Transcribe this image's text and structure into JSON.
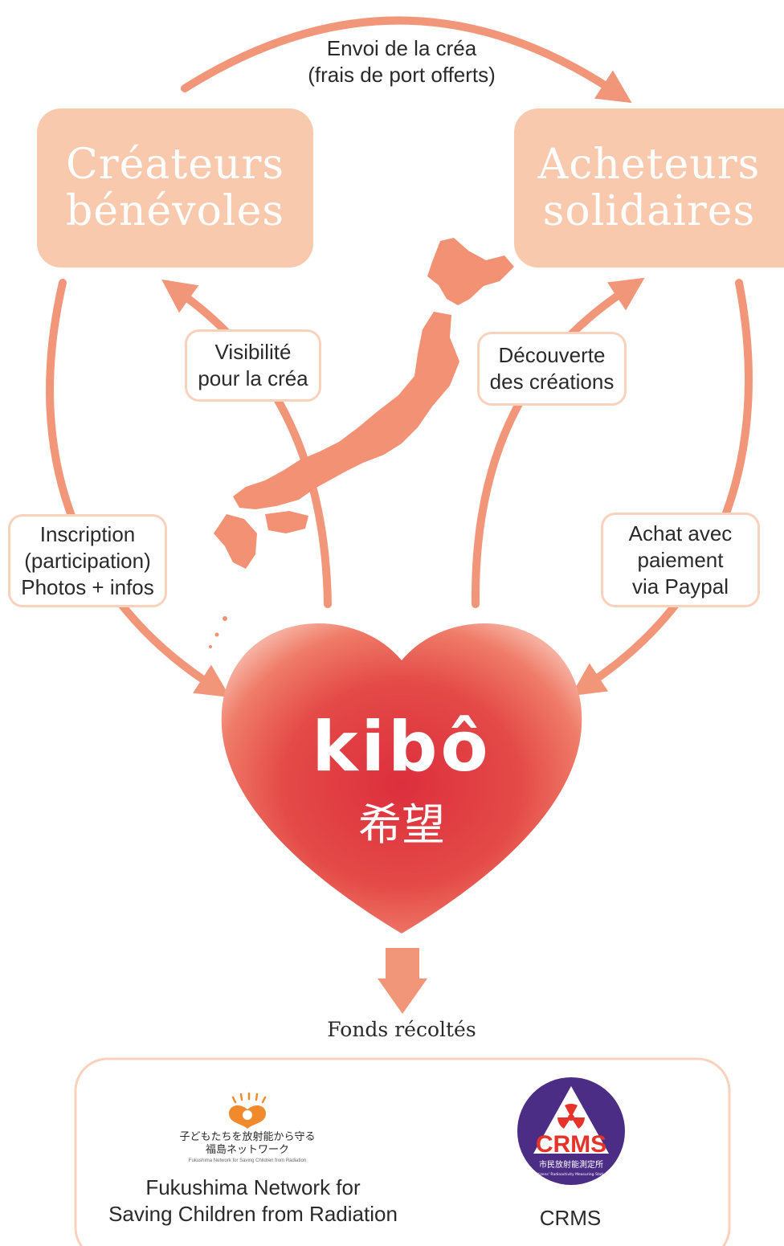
{
  "top_arrow": {
    "line1": "Envoi de la créa",
    "line2": "(frais de port offerts)"
  },
  "boxes": {
    "creators": {
      "line1": "Créateurs",
      "line2": "bénévoles"
    },
    "buyers": {
      "line1": "Acheteurs",
      "line2": "solidaires"
    }
  },
  "bubbles": {
    "visibility": [
      "Visibilité",
      "pour la créa"
    ],
    "discovery": [
      "Découverte",
      "des créations"
    ],
    "inscription": [
      "Inscription",
      "(participation)",
      "Photos + infos"
    ],
    "purchase": [
      "Achat avec",
      "paiement",
      "via Paypal"
    ]
  },
  "heart": {
    "name": "kibô",
    "kanji": "希望"
  },
  "funds_label": "Fonds récoltés",
  "partners": {
    "fukushima": {
      "logo_jp_line1": "子どもたちを放射能から守る",
      "logo_jp_line2": "福島ネットワーク",
      "logo_en_small": "Fukushima Network for Saving Children from Radiation",
      "caption_line1": "Fukushima Network for",
      "caption_line2": "Saving Children from Radiation"
    },
    "crms": {
      "logo_text": "CRMS",
      "logo_jp": "市民放射能測定所",
      "logo_en_small": "Citizens' Radioactivity Measuring Station",
      "caption": "CRMS"
    }
  },
  "colors": {
    "arrow": "#f2967a",
    "box_fill": "#f9c9ae",
    "bubble_border": "#f8d2bd",
    "heart_center": "#dc2f3d",
    "heart_edge": "#f08c79",
    "japan": "#f29173",
    "crms_purple": "#4b2d86",
    "crms_red": "#e6332a",
    "fukushima_orange": "#f08a2c"
  },
  "icons": [
    "japan-map-icon",
    "heart-icon",
    "fukushima-heart-logo-icon",
    "crms-logo-icon",
    "flower-pattern-icon"
  ]
}
